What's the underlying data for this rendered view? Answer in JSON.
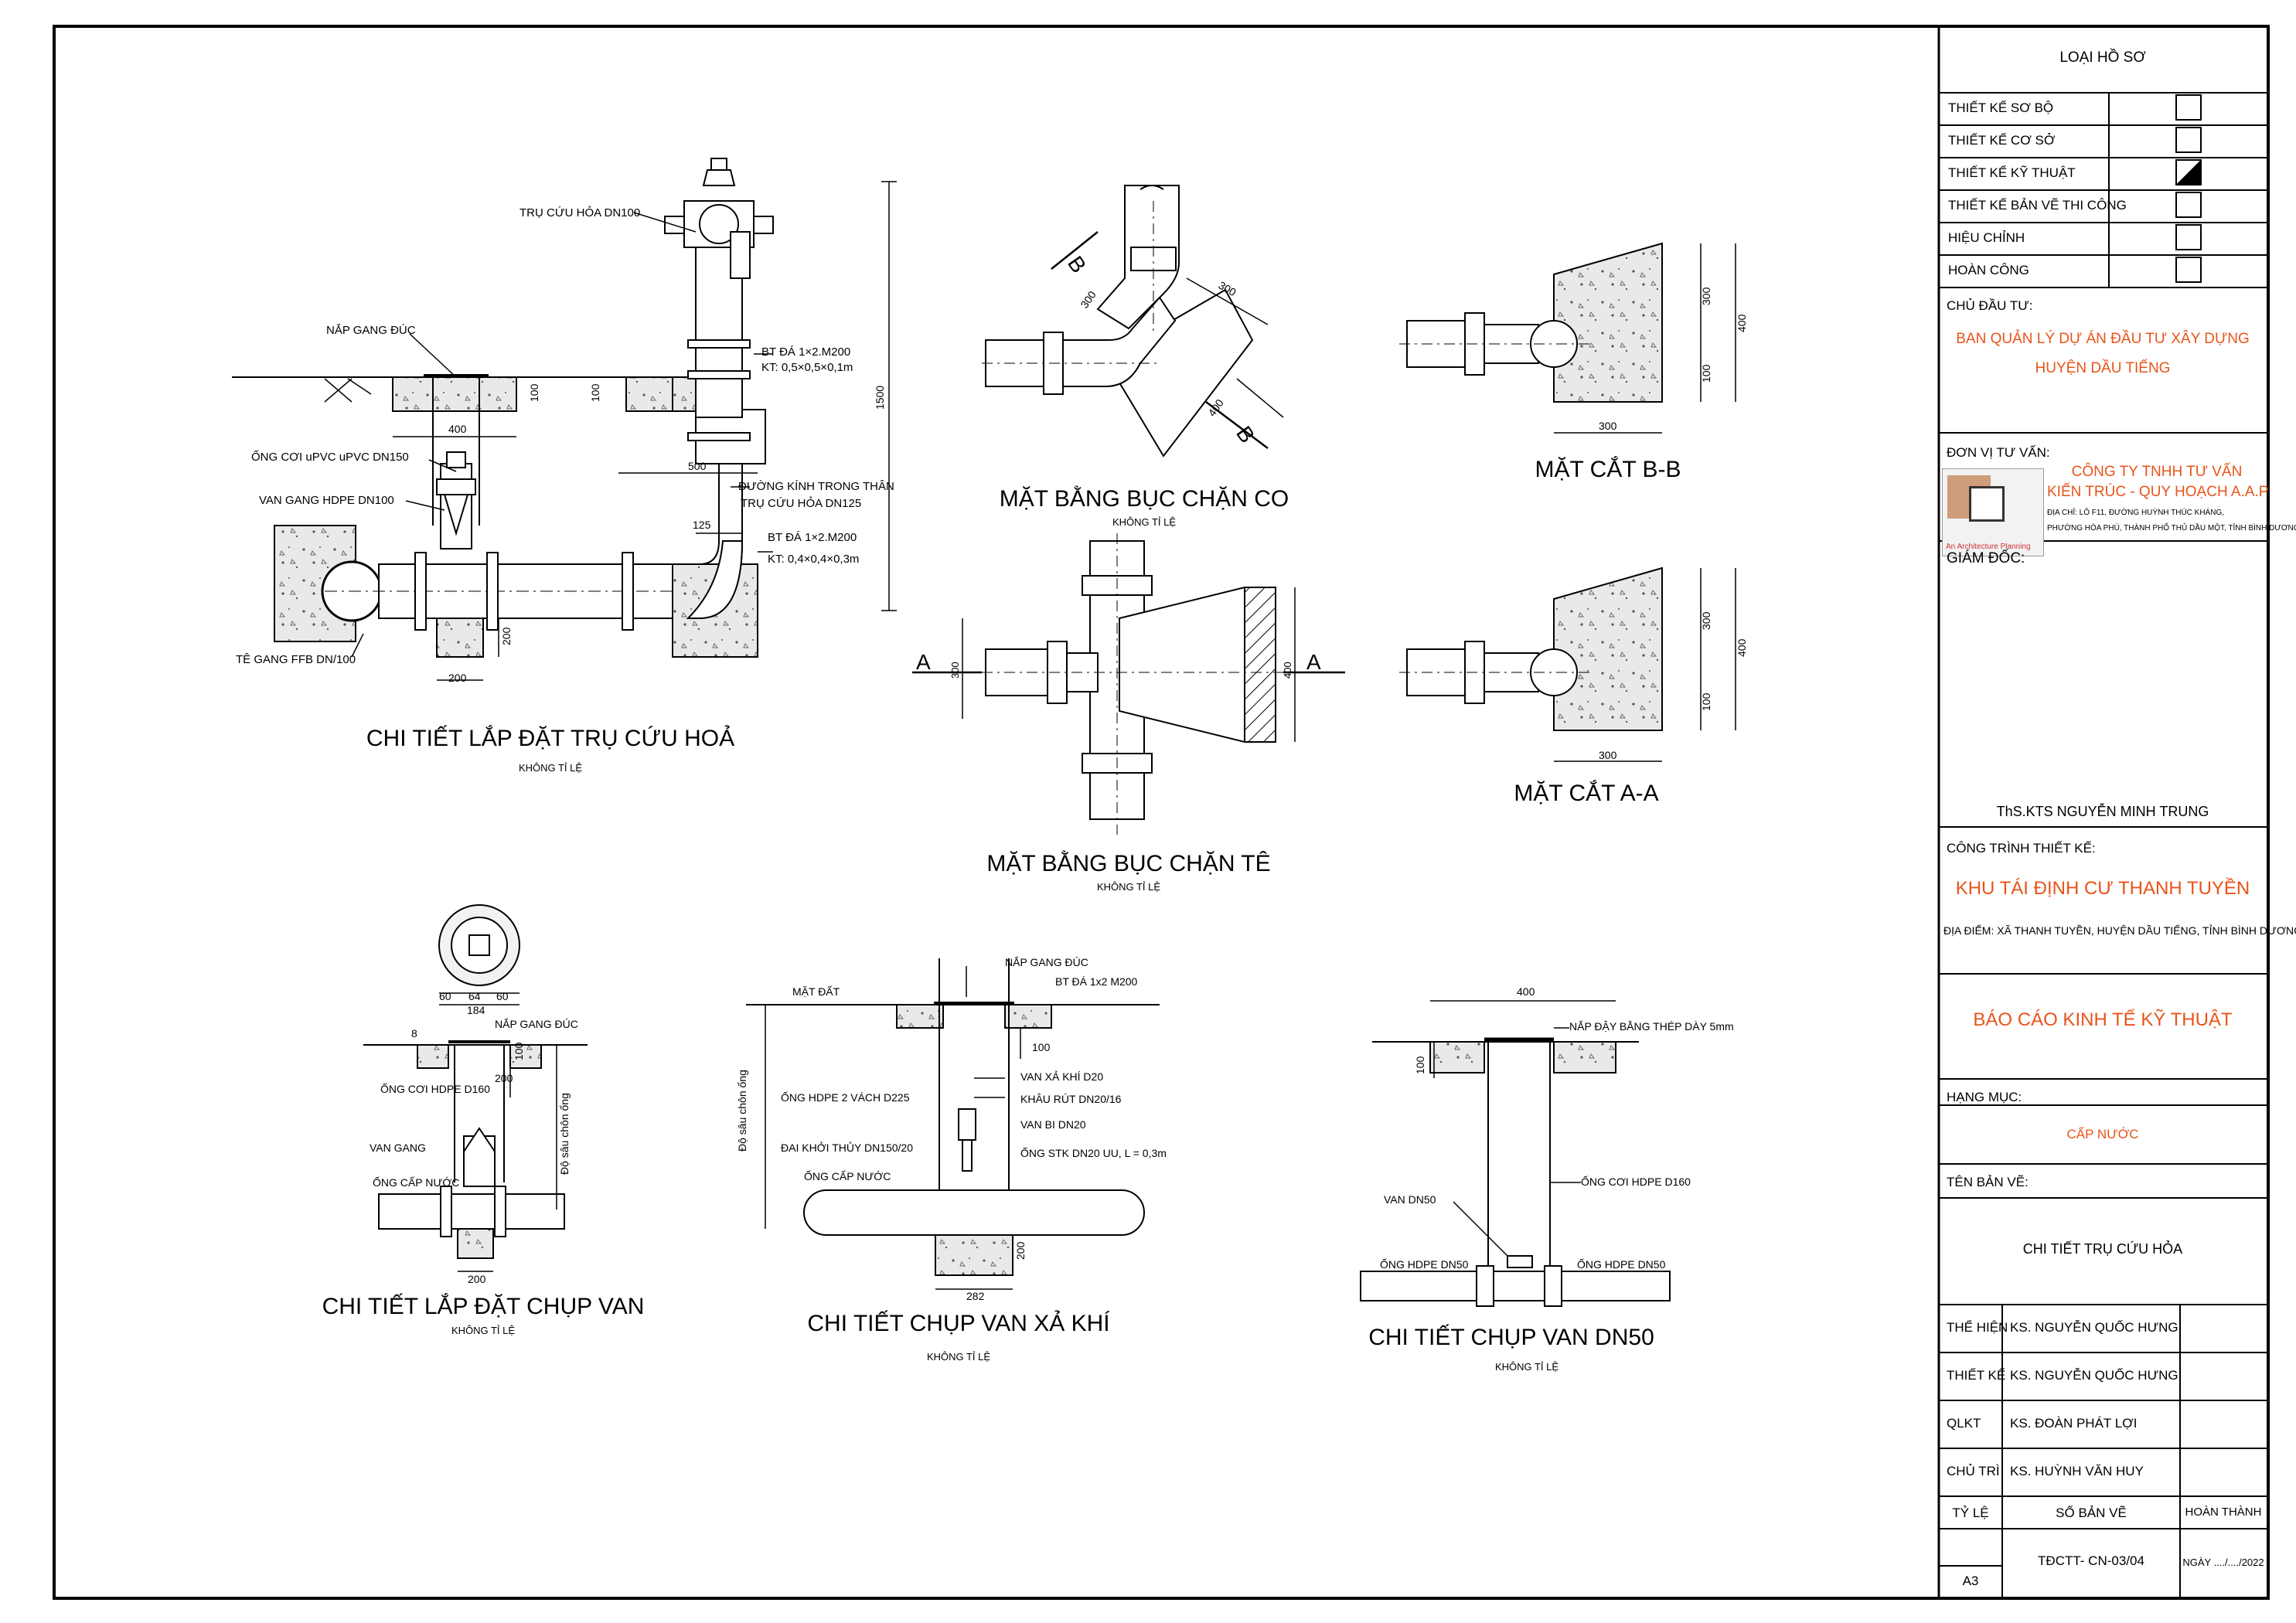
{
  "drawings": {
    "hydrant": {
      "title": "CHI TIẾT LẮP ĐẶT TRỤ CỨU HOẢ",
      "scale": "KHÔNG TỈ LỆ",
      "labels": {
        "hydrant": "TRỤ CỨU HỎA DN100",
        "cast_cover": "NẮP GANG ĐÚC",
        "concrete_top": "BT ĐÁ 1×2.M200",
        "concrete_top_kt": "KT: 0,5×0,5×0,1m",
        "upvc_pipe": "ỐNG CƠI uPVC uPVC DN150",
        "hdpe_valve": "VAN GANG HDPE DN100",
        "inner_dia": "ĐƯỜNG KÍNH TRONG THÂN",
        "hydrant_dn125": "TRỤ CỨU HỎA DN125",
        "concrete_bot": "BT ĐÁ 1×2.M200",
        "concrete_bot_kt": "KT: 0,4×0,4×0,3m",
        "tee": "TÊ GANG FFB DN/100"
      },
      "dims": {
        "d400": "400",
        "d100a": "100",
        "d100b": "100",
        "d500": "500",
        "d1500": "1500",
        "d125": "125",
        "d200a": "200",
        "d200b": "200"
      }
    },
    "plan_elbow": {
      "title": "MẶT BẰNG BỤC CHẶN CO",
      "scale": "KHÔNG TỈ LỆ",
      "dims": {
        "d300a": "300",
        "d300b": "300",
        "d400": "400"
      },
      "cut": "B"
    },
    "section_bb": {
      "title": "MẶT CẮT B-B",
      "dims": {
        "d300h": "300",
        "d100": "100",
        "d400": "400",
        "d300": "300"
      }
    },
    "plan_tee": {
      "title": "MẶT BẰNG BỤC CHẶN TÊ",
      "scale": "KHÔNG TỈ LỆ",
      "dims": {
        "d300": "300",
        "d400": "400"
      },
      "cut": "A"
    },
    "section_aa": {
      "title": "MẶT CẮT A-A",
      "dims": {
        "d300h": "300",
        "d100": "100",
        "d400": "400",
        "d300": "300"
      }
    },
    "valve_cover": {
      "title": "CHI TIẾT LẮP ĐẶT CHỤP VAN",
      "scale": "KHÔNG TỈ LỆ",
      "labels": {
        "cover": "NẮP GANG ĐÚC",
        "pipe": "ỐNG CƠI HDPE D160",
        "valve": "VAN GANG",
        "water_pipe": "ỐNG CẤP NƯỚC",
        "depth": "Độ sâu chôn ống"
      },
      "dims": {
        "d60a": "60",
        "d64": "64",
        "d60b": "60",
        "d184": "184",
        "d100": "100",
        "d200a": "200",
        "d200b": "200",
        "d8": "8"
      }
    },
    "air_valve": {
      "title": "CHI TIẾT CHỤP VAN XẢ KHÍ",
      "scale": "KHÔNG TỈ LỆ",
      "labels": {
        "cover": "NẮP GANG ĐÚC",
        "ground": "MẶT ĐẤT",
        "concrete": "BT ĐÁ 1x2 M200",
        "air_valve": "VAN XẢ KHÍ D20",
        "reducer": "KHÂU RÚT DN20/16",
        "ball_valve": "VAN BI DN20",
        "hdpe": "ỐNG HDPE 2 VÁCH D225",
        "saddle": "ĐAI KHỞI THỦY DN150/20",
        "stk": "ỐNG STK DN20 UU, L = 0,3m",
        "water_pipe": "ỐNG CẤP NƯỚC",
        "depth": "Độ sâu chôn ống"
      },
      "dims": {
        "d100": "100",
        "d200": "200",
        "d282": "282"
      }
    },
    "dn50": {
      "title": "CHI TIẾT CHỤP VAN DN50",
      "scale": "KHÔNG TỈ LỆ",
      "labels": {
        "lid": "NẮP ĐẬY BẰNG THÉP DÀY 5mm",
        "valve": "VAN DN50",
        "pipe_cover": "ỐNG CƠI HDPE D160",
        "pipe_left": "ỐNG HDPE DN50",
        "pipe_right": "ỐNG HDPE DN50"
      },
      "dims": {
        "d400": "400",
        "d100": "100"
      }
    }
  },
  "title_block": {
    "loai_ho_so": "LOẠI HỒ SƠ",
    "stages": [
      {
        "label": "THIẾT KẾ SƠ BỘ",
        "checked": false
      },
      {
        "label": "THIẾT KẾ CƠ SỞ",
        "checked": false
      },
      {
        "label": "THIẾT KẾ KỸ THUẬT",
        "checked": true
      },
      {
        "label": "THIẾT KẾ BẢN VẼ THI CÔNG",
        "checked": false
      },
      {
        "label": "HIỆU CHỈNH",
        "checked": false
      },
      {
        "label": "HOÀN CÔNG",
        "checked": false
      }
    ],
    "owner_label": "CHỦ ĐẦU TƯ:",
    "owner_line1": "BAN QUẢN LÝ DỰ ÁN ĐẦU TƯ XÂY DỰNG",
    "owner_line2": "HUYỆN DẦU TIẾNG",
    "consultant_label": "ĐƠN VỊ TƯ VẤN:",
    "consultant_line1": "CÔNG TY TNHH TƯ VẤN",
    "consultant_line2": "KIẾN TRÚC - QUY HOẠCH A.A.P",
    "consultant_addr1": "ĐỊA CHỈ: LÔ F11, ĐƯỜNG HUỲNH THÚC KHÁNG,",
    "consultant_addr2": "PHƯỜNG HÒA PHÚ, THÀNH PHỐ THỦ DẦU MỘT, TỈNH BÌNH DƯƠNG",
    "logo_text": "An Architecture Planning",
    "director_label": "GIÁM ĐỐC:",
    "director_name": "ThS.KTS NGUYỄN MINH TRUNG",
    "project_label": "CÔNG TRÌNH THIẾT KẾ:",
    "project_name": "KHU TÁI ĐỊNH CƯ THANH TUYỀN",
    "location": "ĐỊA ĐIỂM: XÃ THANH TUYỀN, HUYỆN DẦU TIẾNG, TỈNH BÌNH DƯƠNG",
    "report": "BÁO CÁO KINH TẾ KỸ THUẬT",
    "item_label": "HẠNG MỤC:",
    "item": "CẤP NƯỚC",
    "drawing_label": "TÊN BẢN VẼ:",
    "drawing_name": "CHI TIẾT TRỤ CỨU HỎA",
    "staff": [
      {
        "role": "THỂ HIỆN",
        "name": "KS. NGUYỄN QUỐC HƯNG"
      },
      {
        "role": "THIẾT KẾ",
        "name": "KS. NGUYỄN QUỐC HƯNG"
      },
      {
        "role": "QLKT",
        "name": "KS. ĐOÀN PHÁT LỢI"
      },
      {
        "role": "CHỦ TRÌ",
        "name": "KS. HUỲNH VĂN HUY"
      }
    ],
    "scale_label": "TỶ LỆ",
    "sheet_no_label": "SỐ BẢN VẼ",
    "completed_label": "HOÀN THÀNH",
    "sheet_no": "TĐCTT- CN-03/04",
    "date": "NGÀY ..../..../2022",
    "paper": "A3"
  }
}
